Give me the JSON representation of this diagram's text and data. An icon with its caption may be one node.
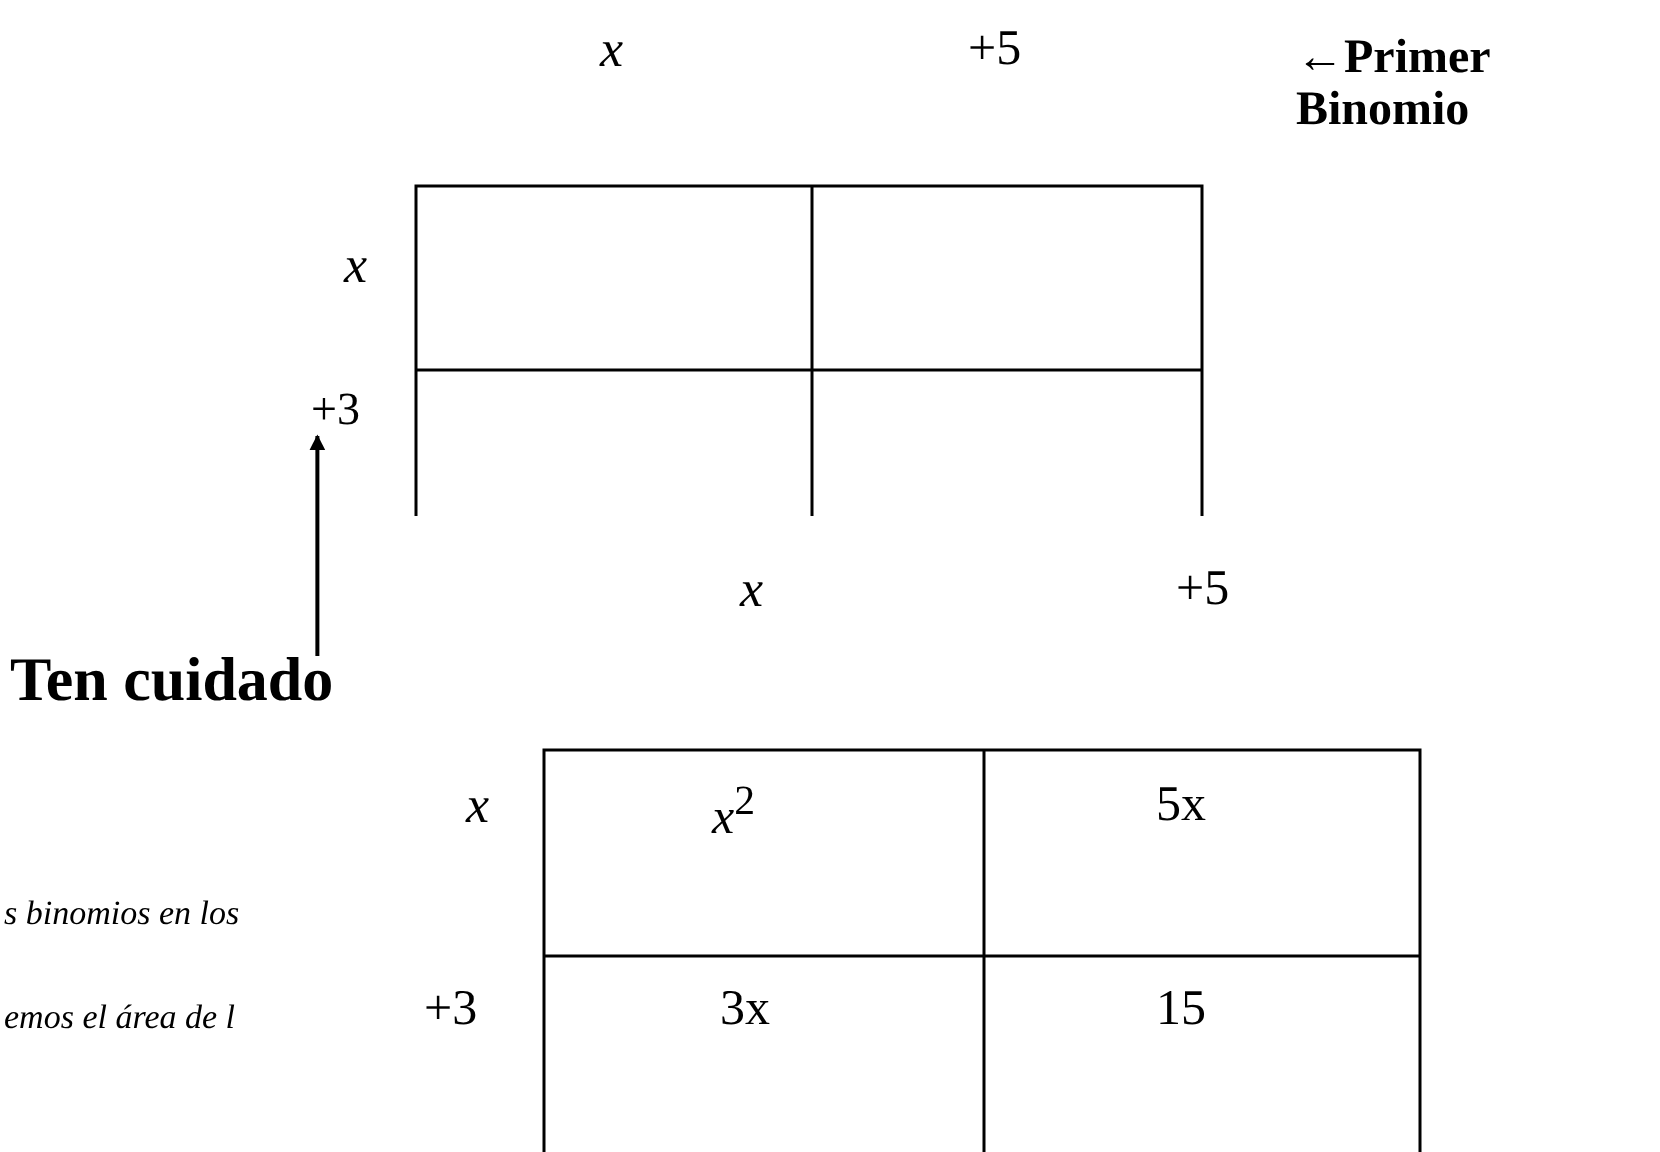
{
  "diagram": {
    "nodes": [
      {
        "text": [
          "+3"
        ]
      },
      {
        "text": [
          "Ten cuidado"
        ]
      }
    ],
    "edges": [
      {
        "from": 1,
        "to": 0,
        "arrow": "to"
      }
    ],
    "labels": [
      "x",
      "+5",
      "←Primer Binomio",
      "x",
      "x",
      "+5",
      "x",
      "*x*$^{2}$",
      "5x",
      "s binomios en los",
      "emos el área de l",
      "+3",
      "3x",
      "15"
    ]
  }
}
